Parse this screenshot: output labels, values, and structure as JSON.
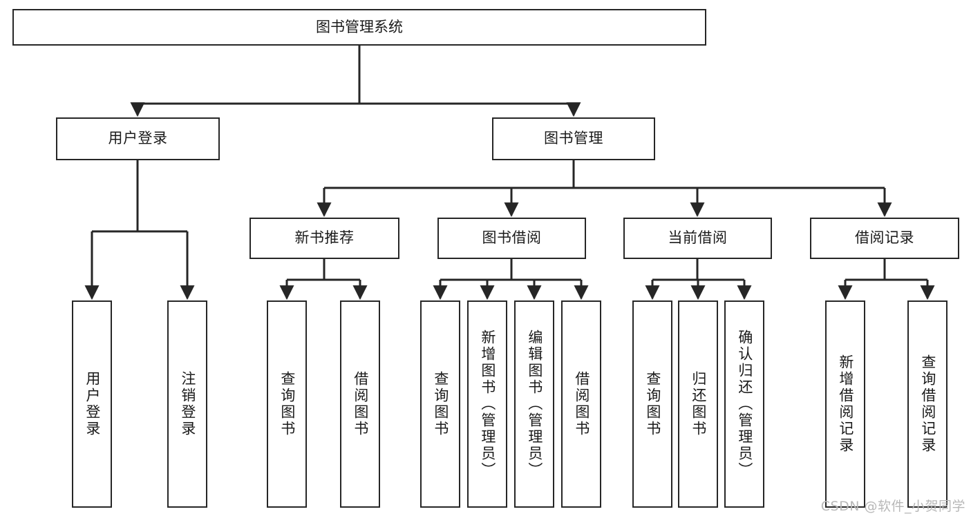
{
  "diagram": {
    "type": "tree",
    "title": "图书管理系统",
    "watermark": "CSDN @软件_小贺同学",
    "colors": {
      "box_border": "#262626",
      "box_fill": "#ffffff",
      "connector": "#262626",
      "text": "#1a1a1a",
      "watermark": "#b8b8b8"
    },
    "root": {
      "label": "图书管理系统"
    },
    "level2": [
      {
        "label": "用户登录"
      },
      {
        "label": "图书管理"
      }
    ],
    "level3": [
      {
        "label": "新书推荐"
      },
      {
        "label": "图书借阅"
      },
      {
        "label": "当前借阅"
      },
      {
        "label": "借阅记录"
      }
    ],
    "leaves": {
      "user_login": [
        {
          "label": "用户登录"
        },
        {
          "label": "注销登录"
        }
      ],
      "new_book": [
        {
          "label": "查询图书"
        },
        {
          "label": "借阅图书"
        }
      ],
      "borrow": [
        {
          "label": "查询图书"
        },
        {
          "label": "新增图书（管理员）"
        },
        {
          "label": "编辑图书（管理员）"
        },
        {
          "label": "借阅图书"
        }
      ],
      "current": [
        {
          "label": "查询图书"
        },
        {
          "label": "归还图书"
        },
        {
          "label": "确认归还（管理员）"
        }
      ],
      "records": [
        {
          "label": "新增借阅记录"
        },
        {
          "label": "查询借阅记录"
        }
      ]
    }
  }
}
